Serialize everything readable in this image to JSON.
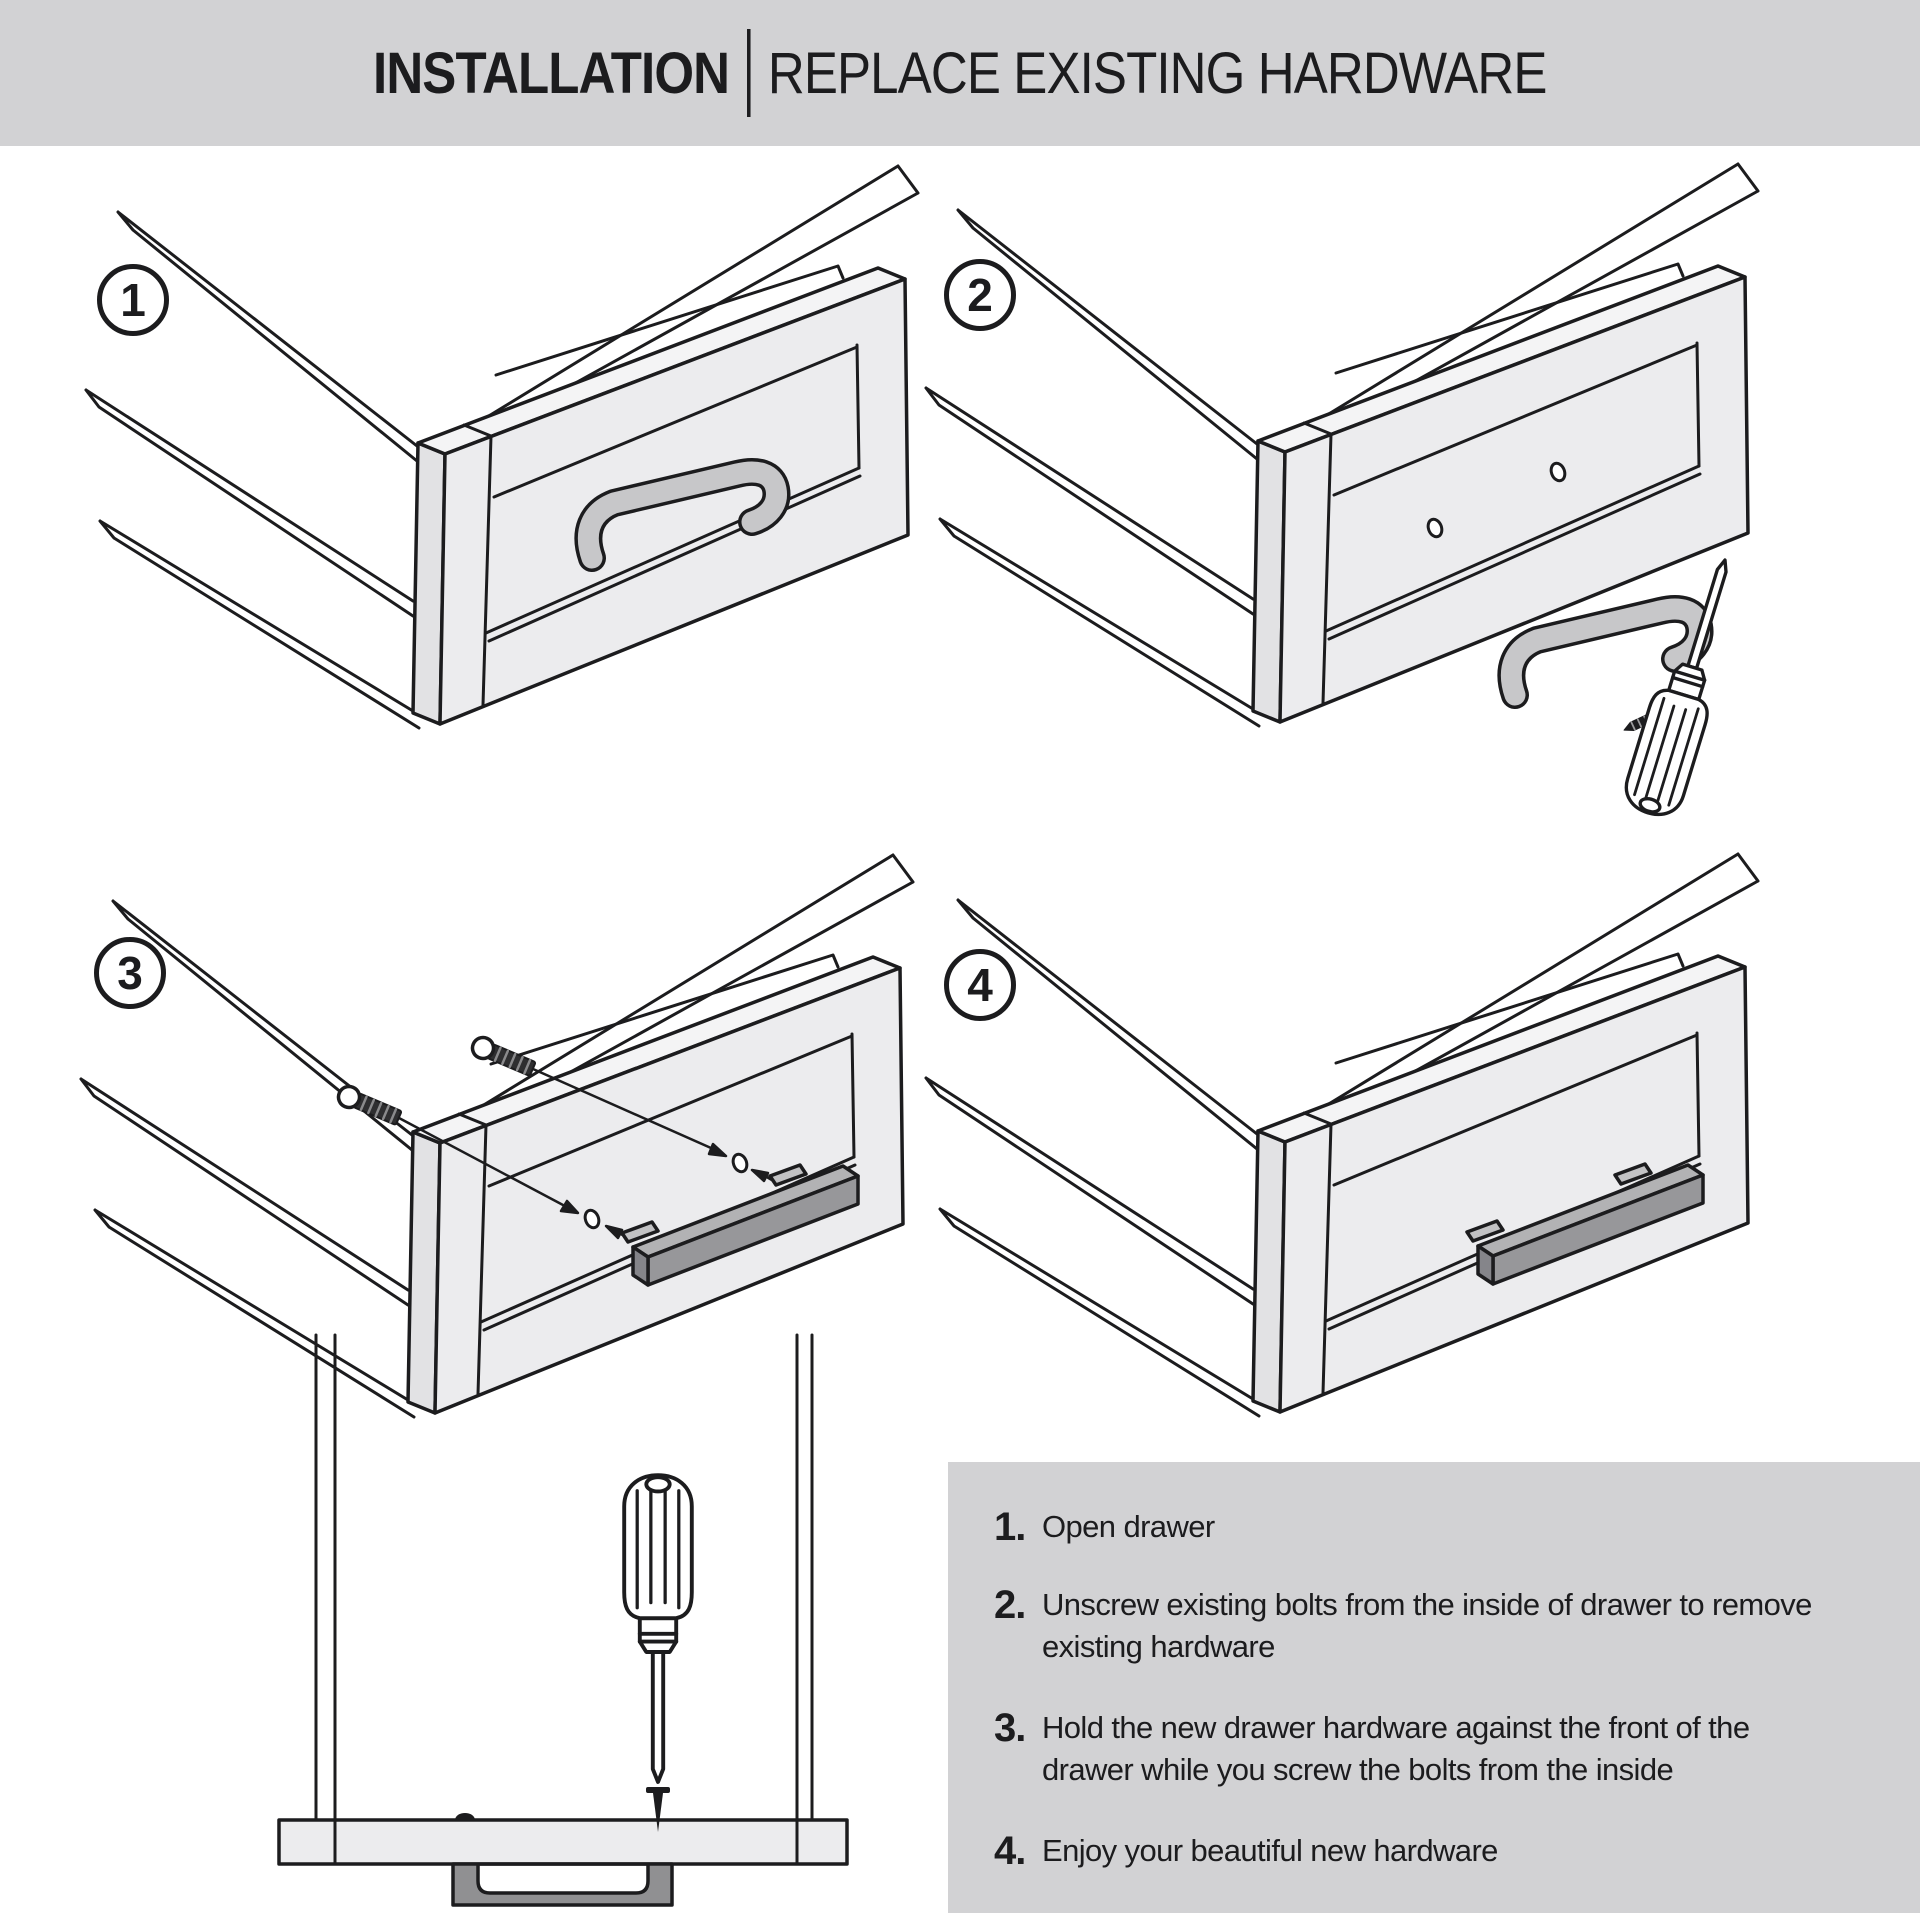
{
  "header": {
    "title_bold": "INSTALLATION",
    "separator": "|",
    "title_regular": "REPLACE EXISTING HARDWARE"
  },
  "panels": [
    {
      "number": "1"
    },
    {
      "number": "2"
    },
    {
      "number": "3"
    },
    {
      "number": "4"
    }
  ],
  "instructions": {
    "steps": [
      {
        "number": "1.",
        "text": "Open drawer"
      },
      {
        "number": "2.",
        "text": "Unscrew existing bolts from the inside of drawer to remove existing hardware"
      },
      {
        "number": "3.",
        "text": "Hold the new drawer hardware against the front of the drawer while you screw the bolts from the inside"
      },
      {
        "number": "4.",
        "text": "Enjoy your beautiful new hardware"
      }
    ]
  },
  "icons": {
    "drawer": "drawer-illustration",
    "old_handle": "wire-pull-handle-icon",
    "new_handle": "bar-pull-handle-icon",
    "screwdriver": "screwdriver-icon",
    "bolt": "bolt-icon",
    "screw": "screw-icon",
    "hole_marker": "screw-hole-marker"
  },
  "colors": {
    "band_gray": "#d2d2d4",
    "outline": "#1c1c1e",
    "drawer_face": "#ececee",
    "drawer_top": "#f4f4f5",
    "drawer_side": "#e2e2e4",
    "old_handle_gray": "#c7c7c9",
    "new_handle_top": "#b2b2b4",
    "new_handle_front": "#97979a",
    "cross_section_handle": "#909092",
    "background": "#ffffff"
  }
}
